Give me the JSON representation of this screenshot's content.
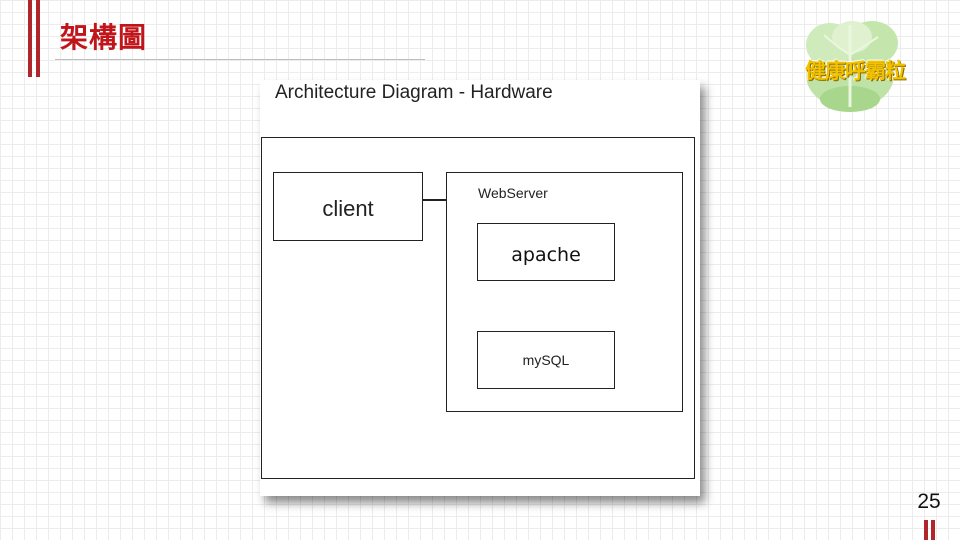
{
  "slide": {
    "title": "架構圖",
    "page_number": "25",
    "accent_color": "#b0272b"
  },
  "logo": {
    "text": "健康呼霸粒",
    "icon": "cabbage-icon"
  },
  "diagram": {
    "title": "Architecture Diagram - Hardware",
    "nodes": {
      "client": "client",
      "webserver": "WebServer",
      "apache": "apache",
      "mysql": "mySQL"
    }
  }
}
